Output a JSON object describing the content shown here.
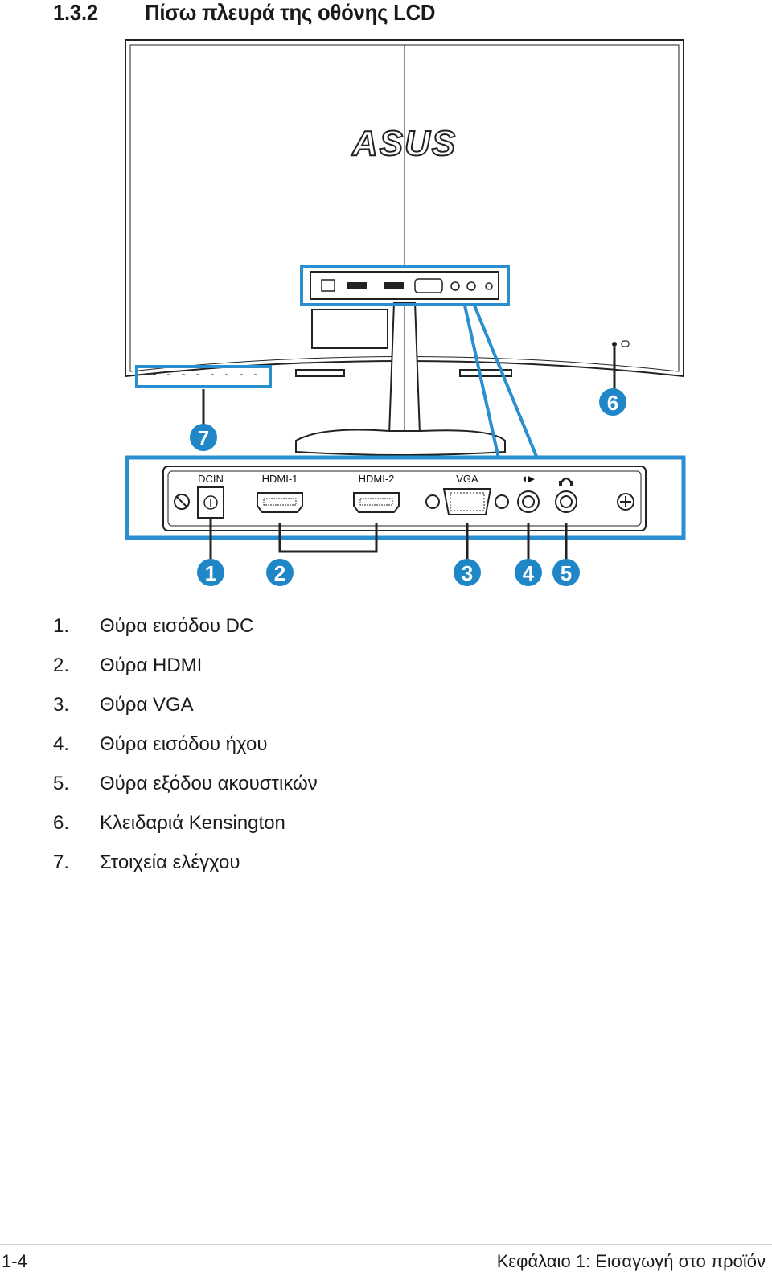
{
  "section": {
    "number": "1.3.2",
    "title": "Πίσω πλευρά της οθόνης LCD"
  },
  "diagram": {
    "brand_logo": "ASUS",
    "port_labels": [
      "DCIN",
      "HDMI-1",
      "HDMI-2",
      "VGA"
    ],
    "callouts": [
      "1",
      "2",
      "3",
      "4",
      "5",
      "6",
      "7"
    ],
    "highlight_color": "#2a8fd0",
    "callout_color": "#1f87c8"
  },
  "legend": [
    {
      "index": "1.",
      "text": "Θύρα εισόδου DC"
    },
    {
      "index": "2.",
      "text": "Θύρα HDMI"
    },
    {
      "index": "3.",
      "text": "Θύρα VGA"
    },
    {
      "index": "4.",
      "text": "Θύρα εισόδου ήχου"
    },
    {
      "index": "5.",
      "text": "Θύρα εξόδου ακουστικών"
    },
    {
      "index": "6.",
      "text": "Κλειδαριά Kensington"
    },
    {
      "index": "7.",
      "text": "Στοιχεία ελέγχου"
    }
  ],
  "footer": {
    "page": "1-4",
    "chapter": "Κεφάλαιο 1: Εισαγωγή στο προϊόν"
  }
}
